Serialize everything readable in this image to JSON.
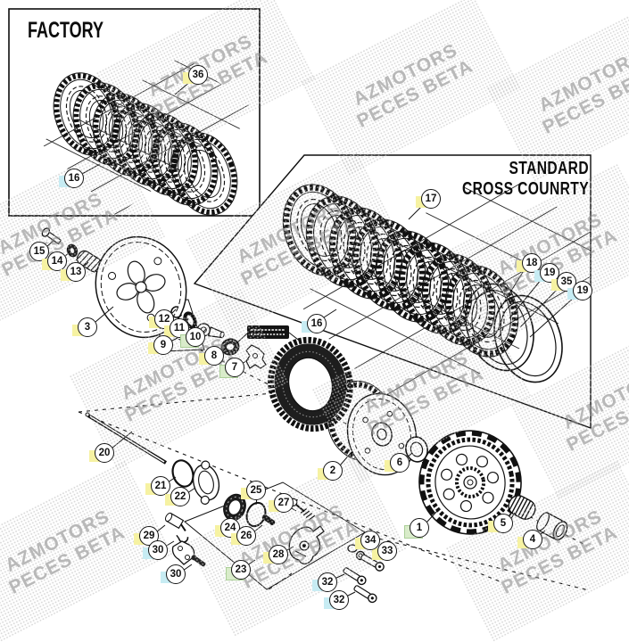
{
  "titles": {
    "factory": "FACTORY",
    "standard_line1": "STANDARD",
    "standard_line2": "CROSS COUNRTY"
  },
  "watermark": {
    "line1": "AZMOTORS",
    "line2": "PECES BETA"
  },
  "colors": {
    "highlight_yellow": "#f6f2a2",
    "highlight_green": "#d9ecca",
    "highlight_cyan": "#c7ecf3",
    "line": "#111111"
  },
  "callouts": [
    "36",
    "16",
    "17",
    "18",
    "19",
    "35",
    "19",
    "16",
    "15",
    "14",
    "13",
    "3",
    "12",
    "11",
    "10",
    "9",
    "8",
    "7",
    "2",
    "6",
    "1",
    "5",
    "4",
    "20",
    "21",
    "22",
    "29",
    "30",
    "30",
    "23",
    "24",
    "25",
    "26",
    "27",
    "28",
    "32",
    "32",
    "33",
    "34"
  ]
}
